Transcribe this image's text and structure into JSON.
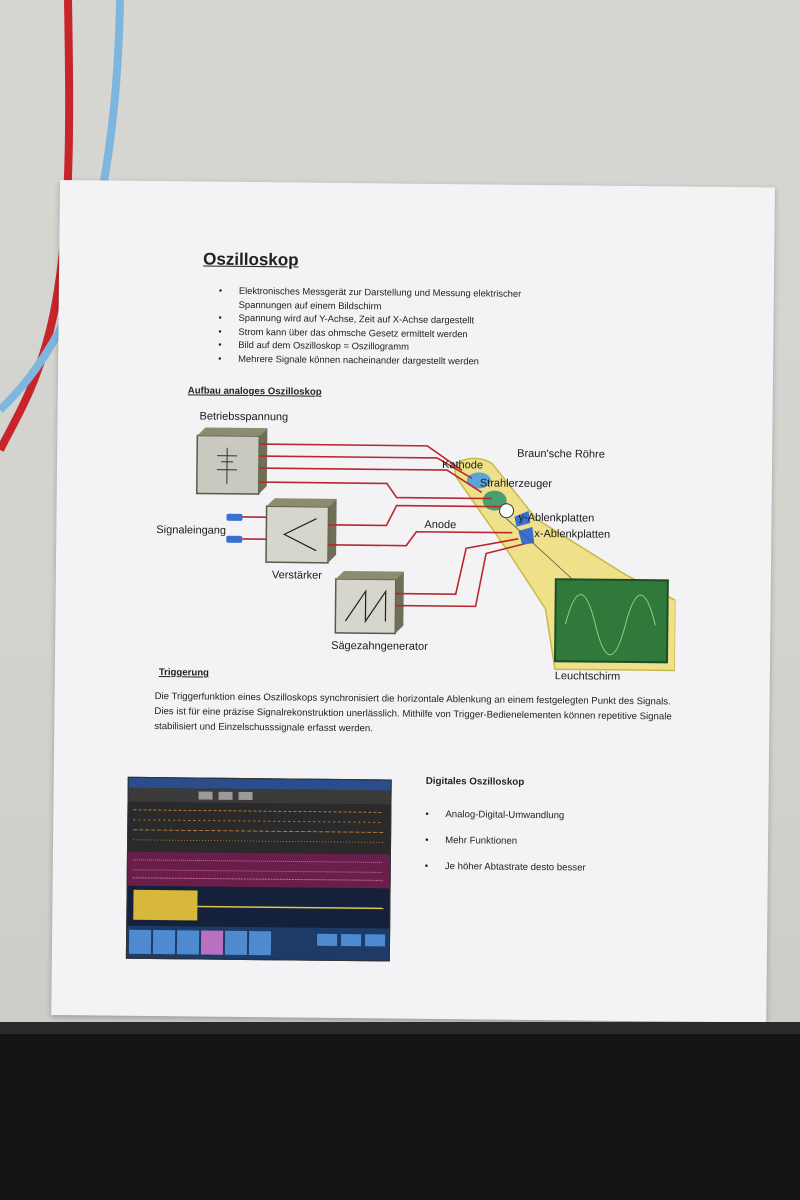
{
  "document": {
    "title": "Oszilloskop",
    "bullets": [
      "Elektronisches Messgerät zur Darstellung und Messung elektrischer",
      "Spannungen auf einem Bildschirm",
      "Spannung wird auf Y-Achse,   Zeit auf X-Achse dargestellt",
      "Strom kann über das ohmsche Gesetz   ermittelt werden",
      "Bild auf dem Oszilloskop = Oszillogramm",
      "Mehrere Signale können nacheinander dargestellt werden"
    ],
    "analog_section": {
      "heading": "Aufbau analoges Oszilloskop",
      "labels": {
        "betriebsspannung": "Betriebsspannung",
        "braun": "Braun'sche Röhre",
        "kathode": "Kathode",
        "strahlerzeuger": "Strahlerzeuger",
        "anode": "Anode",
        "y_ablenk": "y-Ablenkplatten",
        "x_ablenk": "x-Ablenkplatten",
        "signaleingang": "Signaleingang",
        "verstaerker": "Verstärker",
        "saegezahn": "Sägezahngenerator",
        "leuchtschirm": "Leuchtschirm"
      }
    },
    "trigger_section": {
      "heading": "Triggerung",
      "text": "Die Triggerfunktion eines Oszilloskops synchronisiert die horizontale Ablenkung an einem festgelegten Punkt des Signals. Dies ist für eine präzise Signalrekonstruktion unerlässlich. Mithilfe von Trigger-Bedienelementen können repetitive Signale stabilisiert und Einzelschusssignale erfasst werden."
    },
    "digital_section": {
      "heading": "Digitales Oszilloskop",
      "bullets": [
        "Analog-Digital-Umwandlung",
        "Mehr Funktionen",
        "Je höher Abtastrate desto besser"
      ]
    }
  },
  "colors": {
    "cable_red": "#c8242b",
    "cable_blue": "#7fb6e0",
    "crt_yellow": "#efe08a",
    "screen_green": "#2f7a3a",
    "wire_red": "#b8282e",
    "box_gray": "#7a7a66"
  }
}
